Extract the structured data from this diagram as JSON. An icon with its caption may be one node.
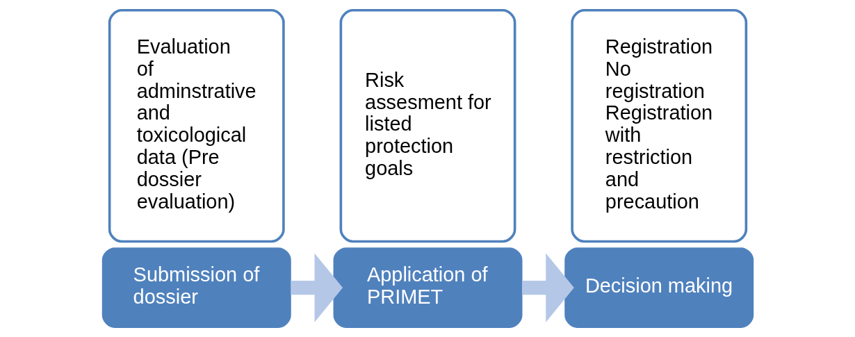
{
  "diagram": {
    "nodes": [
      {
        "text": [
          "Submission of dossier"
        ]
      },
      {
        "text": [
          "Evaluation  of adminstrative and toxicological data (Pre dossier evaluation)"
        ]
      },
      {
        "text": [
          "Application of PRIMET"
        ]
      },
      {
        "text": [
          "Risk assesment for listed protection goals"
        ]
      },
      {
        "text": [
          "Decision making"
        ]
      },
      {
        "text": [
          "Registration",
          "No registration",
          "Registration with restriction and precaution"
        ]
      }
    ],
    "edges": [
      {
        "from": 0,
        "to": 2,
        "arrow": "to"
      },
      {
        "from": 2,
        "to": 4,
        "arrow": "to"
      }
    ]
  }
}
